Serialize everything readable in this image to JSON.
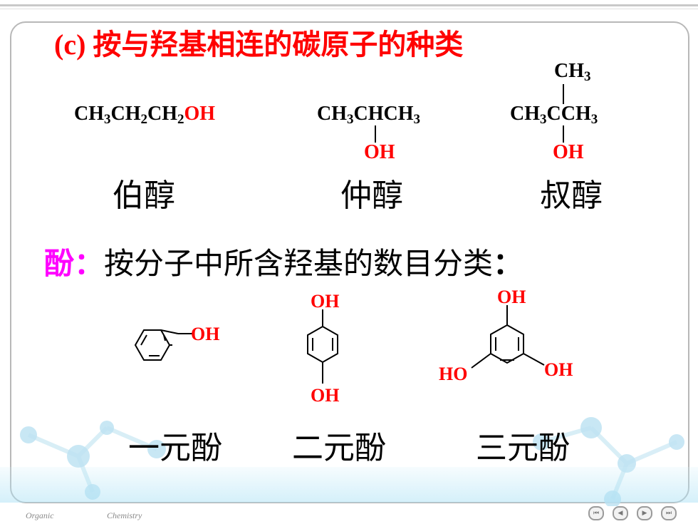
{
  "title": "(c) 按与羟基相连的碳原子的种类",
  "alcohols": {
    "primary": {
      "formula_pre": "CH₃CH₂CH₂",
      "formula_oh": "OH",
      "name": "伯醇"
    },
    "secondary": {
      "formula": "CH₃CHCH₃",
      "oh": "OH",
      "name": "仲醇"
    },
    "tertiary": {
      "top": "CH₃",
      "formula": "CH₃CCH₃",
      "oh": "OH",
      "name": "叔醇"
    }
  },
  "phenols": {
    "lead": "酚",
    "colon": "：",
    "text": "按分子中所含羟基的数目分类",
    "colon_end": "：",
    "mono": {
      "oh": "OH",
      "name": "一元酚"
    },
    "di": {
      "oh_top": "OH",
      "oh_bottom": "OH",
      "name": "二元酚"
    },
    "tri": {
      "oh_top": "OH",
      "oh_left": "HO",
      "oh_right": "OH",
      "name": "三元酚"
    }
  },
  "footer": {
    "left": "Organic",
    "right": "Chemistry"
  },
  "nav": {
    "first": "⏮",
    "prev": "◀",
    "next": "▶",
    "last": "⏭"
  }
}
